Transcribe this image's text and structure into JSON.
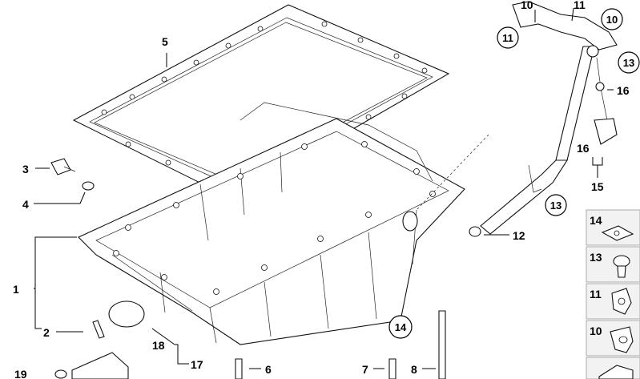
{
  "callouts": {
    "c1": "1",
    "c2": "2",
    "c3": "3",
    "c4": "4",
    "c5": "5",
    "c6": "6",
    "c7": "7",
    "c8": "8",
    "c10": "10",
    "c11": "11",
    "c12": "12",
    "c15": "15",
    "c16a": "16",
    "c16b": "16",
    "c17": "17",
    "c18": "18",
    "c19": "19"
  },
  "circled": {
    "a10": "10",
    "a11": "11",
    "a13a": "13",
    "a13b": "13",
    "a14": "14"
  },
  "legend": [
    {
      "label": "14",
      "icon": "clip-nut-icon"
    },
    {
      "label": "13",
      "icon": "screw-icon"
    },
    {
      "label": "11",
      "icon": "cable-holder-icon"
    },
    {
      "label": "10",
      "icon": "clamp-icon"
    }
  ]
}
